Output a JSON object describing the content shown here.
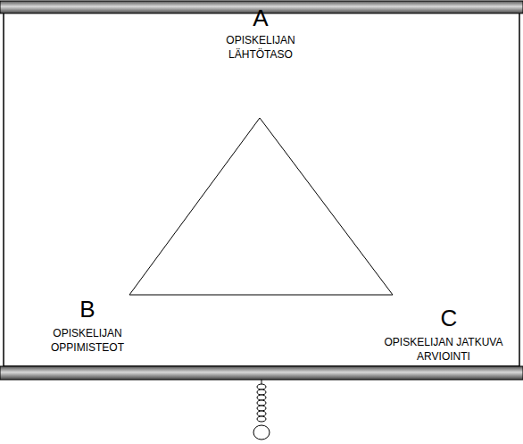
{
  "diagram": {
    "labels": [
      "A",
      "OPISKELIJAN LÄHTÖTASO",
      "B",
      "OPISKELIJAN OPPIMISTEOT",
      "C",
      "OPISKELIJAN JATKUVA ARVIOINTI"
    ]
  }
}
